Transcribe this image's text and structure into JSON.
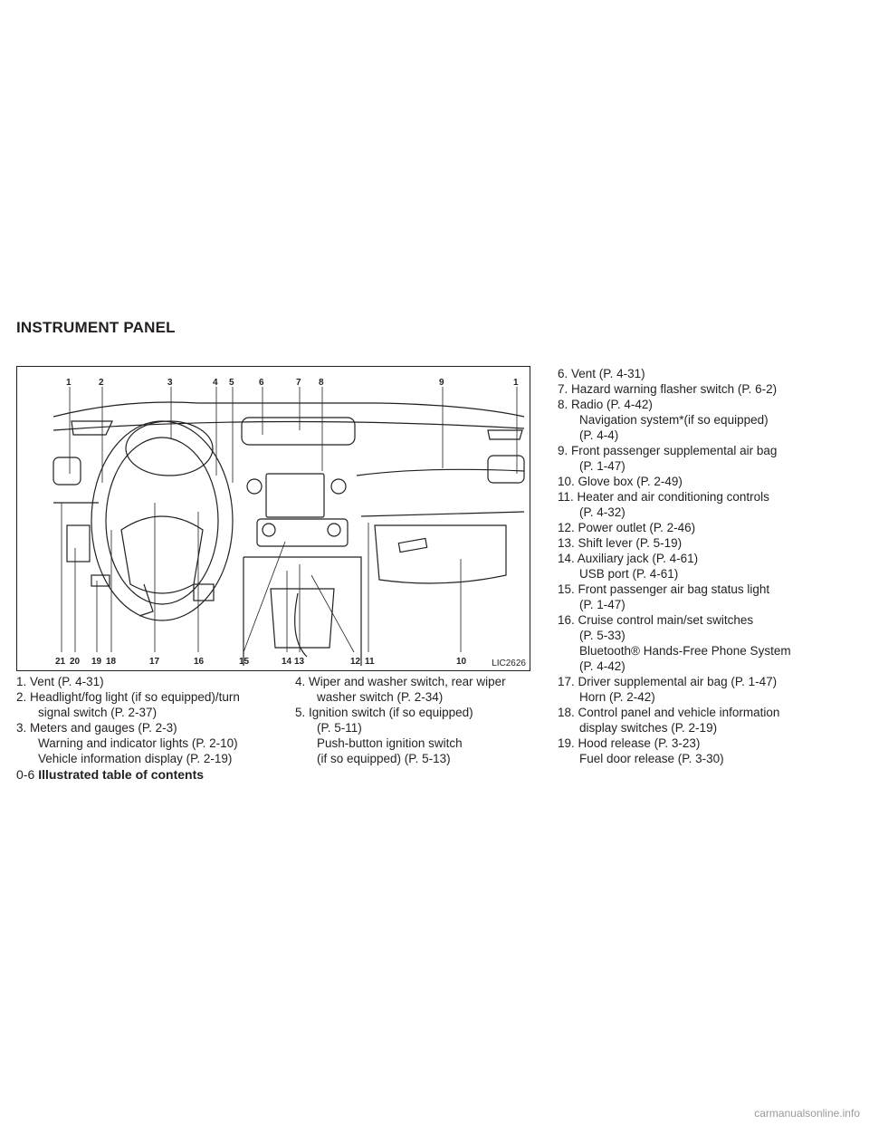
{
  "section_title": "INSTRUMENT PANEL",
  "figure": {
    "code": "LIC2626",
    "callouts_top": [
      "1",
      "2",
      "3",
      "4",
      "5",
      "6",
      "7",
      "8",
      "9",
      "1"
    ],
    "callouts_bottom": [
      "21",
      "20",
      "19",
      "18",
      "17",
      "16",
      "15",
      "14",
      "13",
      "12",
      "11",
      "10"
    ]
  },
  "entries": [
    {
      "num": "1.",
      "lines": [
        "Vent (P. 4-31)"
      ]
    },
    {
      "num": "2.",
      "lines": [
        "Headlight/fog light (if so equipped)/turn",
        "signal switch (P. 2-37)"
      ]
    },
    {
      "num": "3.",
      "lines": [
        "Meters and gauges (P. 2-3)",
        "Warning and indicator lights (P. 2-10)",
        "Vehicle information display (P. 2-19)"
      ]
    },
    {
      "num": "4.",
      "lines": [
        "Wiper and washer switch, rear wiper",
        "washer switch (P. 2-34)"
      ]
    },
    {
      "num": "5.",
      "lines": [
        "Ignition switch (if so equipped)",
        "(P. 5-11)",
        "Push-button ignition switch",
        "(if so equipped) (P. 5-13)"
      ]
    },
    {
      "num": "6.",
      "lines": [
        "Vent (P. 4-31)"
      ]
    },
    {
      "num": "7.",
      "lines": [
        "Hazard warning flasher switch (P. 6-2)"
      ]
    },
    {
      "num": "8.",
      "lines": [
        "Radio (P. 4-42)",
        "Navigation system*(if so equipped)",
        "(P. 4-4)"
      ]
    },
    {
      "num": "9.",
      "lines": [
        "Front passenger supplemental air bag",
        "(P. 1-47)"
      ]
    },
    {
      "num": "10.",
      "lines": [
        "Glove box (P. 2-49)"
      ]
    },
    {
      "num": "11.",
      "lines": [
        "Heater and air conditioning controls",
        "(P. 4-32)"
      ]
    },
    {
      "num": "12.",
      "lines": [
        "Power outlet (P. 2-46)"
      ]
    },
    {
      "num": "13.",
      "lines": [
        "Shift lever (P. 5-19)"
      ]
    },
    {
      "num": "14.",
      "lines": [
        "Auxiliary jack (P. 4-61)",
        "USB port (P. 4-61)"
      ]
    },
    {
      "num": "15.",
      "lines": [
        "Front passenger air bag status light",
        "(P. 1-47)"
      ]
    },
    {
      "num": "16.",
      "lines": [
        "Cruise control main/set switches",
        "(P. 5-33)",
        "Bluetooth® Hands-Free Phone System",
        "(P. 4-42)"
      ]
    },
    {
      "num": "17.",
      "lines": [
        "Driver supplemental air bag (P. 1-47)",
        "Horn (P. 2-42)"
      ]
    },
    {
      "num": "18.",
      "lines": [
        "Control panel and vehicle information",
        "display switches (P. 2-19)"
      ]
    },
    {
      "num": "19.",
      "lines": [
        "Hood release (P. 3-23)",
        "Fuel door release (P. 3-30)"
      ]
    }
  ],
  "footer": {
    "page": "0-6",
    "title": "Illustrated table of contents"
  },
  "watermark": "carmanualsonline.info"
}
